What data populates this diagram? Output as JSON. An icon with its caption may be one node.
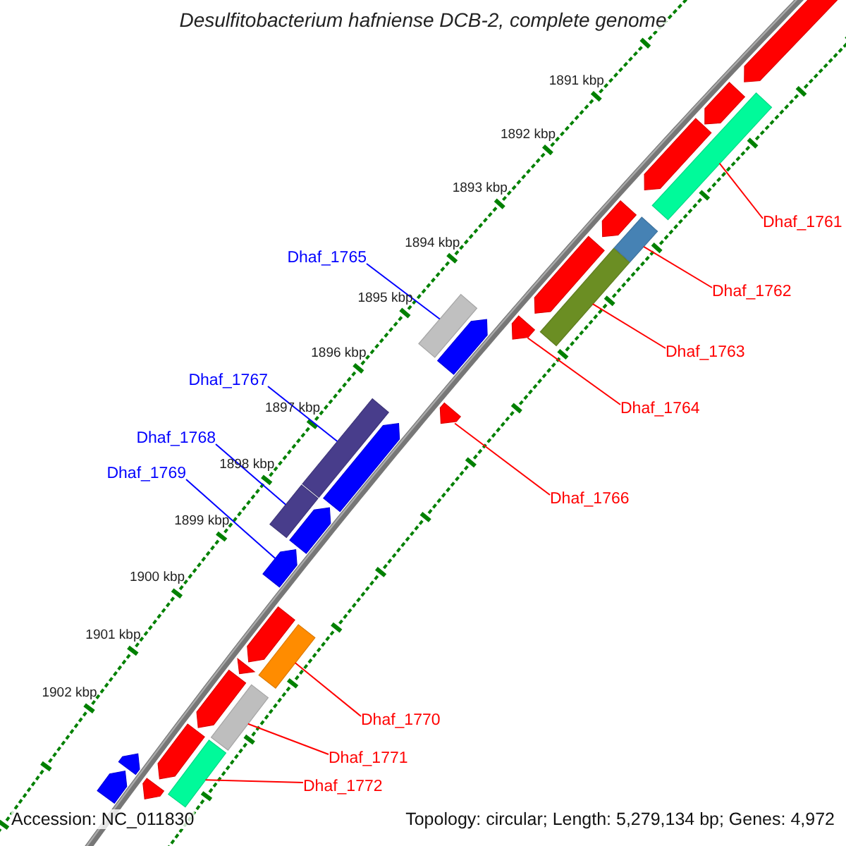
{
  "diagram": {
    "title": "Desulfitobacterium hafniense DCB-2, complete genome",
    "nodes": [
      {
        "text": [
          "Dhaf_1761"
        ]
      },
      {
        "text": [
          "Dhaf_1762"
        ]
      },
      {
        "text": [
          "Dhaf_1763"
        ]
      },
      {
        "text": [
          "Dhaf_1764"
        ]
      },
      {
        "text": [
          "Dhaf_1765"
        ]
      },
      {
        "text": [
          "Dhaf_1766"
        ]
      },
      {
        "text": [
          "Dhaf_1767"
        ]
      },
      {
        "text": [
          "Dhaf_1768"
        ]
      },
      {
        "text": [
          "Dhaf_1769"
        ]
      },
      {
        "text": [
          "Dhaf_1770"
        ]
      },
      {
        "text": [
          "Dhaf_1771"
        ]
      },
      {
        "text": [
          "Dhaf_1772"
        ]
      },
      {
        "text": [],
        "shape": "arrow"
      },
      {
        "text": [],
        "shape": "box"
      },
      {
        "text": [],
        "shape": "arrow"
      },
      {
        "text": [],
        "shape": "arrow"
      },
      {
        "text": [],
        "shape": "box"
      },
      {
        "text": [],
        "shape": "arrow"
      },
      {
        "text": [],
        "shape": "box"
      },
      {
        "text": [],
        "shape": "arrow"
      },
      {
        "text": [],
        "shape": "arrow"
      },
      {
        "text": [],
        "shape": "box"
      },
      {
        "text": [],
        "shape": "arrow"
      },
      {
        "text": [],
        "shape": "arrow"
      },
      {
        "text": [],
        "shape": "box"
      },
      {
        "text": [],
        "shape": "arrow"
      },
      {
        "text": [],
        "shape": "box"
      },
      {
        "text": [],
        "shape": "arrow"
      },
      {
        "text": [],
        "shape": "arrow"
      },
      {
        "text": [],
        "shape": "arrow"
      },
      {
        "text": [],
        "shape": "box"
      },
      {
        "text": [],
        "shape": "arrow"
      },
      {
        "text": [],
        "shape": "box"
      },
      {
        "text": [],
        "shape": "arrow"
      },
      {
        "text": [],
        "shape": "arrow"
      },
      {
        "text": [],
        "shape": "box"
      },
      {
        "text": [],
        "shape": "arrow"
      },
      {
        "text": [],
        "shape": "arrow"
      },
      {
        "text": [],
        "shape": "arrow"
      }
    ],
    "edges": [
      {
        "from": 0,
        "to": 13,
        "arrow": "none"
      },
      {
        "from": 1,
        "to": 16,
        "arrow": "none"
      },
      {
        "from": 2,
        "to": 18,
        "arrow": "none"
      },
      {
        "from": 3,
        "to": 20,
        "arrow": "none"
      },
      {
        "from": 4,
        "to": 21,
        "arrow": "none",
        "color": "#0000ff"
      },
      {
        "from": 5,
        "to": 23,
        "arrow": "none"
      },
      {
        "from": 6,
        "to": 24,
        "arrow": "none",
        "color": "#0000ff"
      },
      {
        "from": 7,
        "to": 26,
        "arrow": "none",
        "color": "#0000ff"
      },
      {
        "from": 8,
        "to": 28,
        "arrow": "none",
        "color": "#0000ff"
      },
      {
        "from": 9,
        "to": 30,
        "arrow": "none"
      },
      {
        "from": 10,
        "to": 32,
        "arrow": "none"
      },
      {
        "from": 11,
        "to": 35,
        "arrow": "none"
      }
    ],
    "labels": [
      "1891 kbp",
      "1892 kbp",
      "1893 kbp",
      "1894 kbp",
      "1895 kbp",
      "1896 kbp",
      "1897 kbp",
      "1898 kbp",
      "1899 kbp",
      "1900 kbp",
      "1901 kbp",
      "1902 kbp",
      "Accession: NC_011830",
      "Topology: circular; Length: 5,279,134 bp; Genes: 4,972"
    ]
  }
}
